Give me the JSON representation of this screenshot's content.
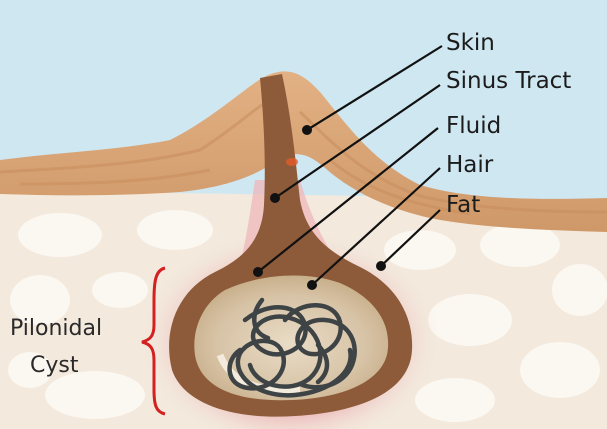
{
  "labels": {
    "skin": "Skin",
    "sinus_tract": "Sinus Tract",
    "fluid": "Fluid",
    "hair": "Hair",
    "fat": "Fat",
    "cyst_line1": "Pilonidal",
    "cyst_line2": "Cyst"
  },
  "colors": {
    "sky": "#cfe7f1",
    "skin": "#d9a57a",
    "skin_band": "#e4b88f",
    "tract": "#8d5b3a",
    "fat": "#f3e9dd",
    "fat_blob": "#fbf6f0",
    "inflammation": "#e8a0a8",
    "cyst_fluid": "#d9c7ad",
    "hair": "#3e4446",
    "bracket": "#d32020"
  }
}
